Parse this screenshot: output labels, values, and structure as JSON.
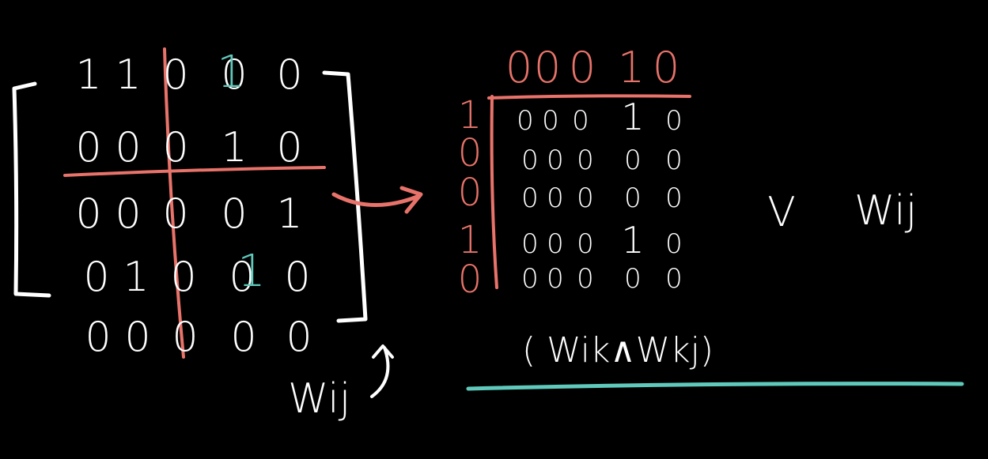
{
  "colors": {
    "background": "#000000",
    "ink": "#ffffff",
    "accent_red": "#e8736a",
    "accent_teal": "#5fc9bb"
  },
  "left_matrix": {
    "rows": [
      [
        "1",
        "1",
        "0",
        "0",
        "0"
      ],
      [
        "0",
        "0",
        "0",
        "1",
        "0"
      ],
      [
        "0",
        "0",
        "0",
        "0",
        "1"
      ],
      [
        "0",
        "1",
        "0",
        "0",
        "0"
      ],
      [
        "0",
        "0",
        "0",
        "0",
        "0"
      ]
    ],
    "teal_overwrites": [
      "1",
      "1"
    ],
    "label": "Wij"
  },
  "right_matrix": {
    "column_header": [
      "0",
      "0",
      "0",
      "1",
      "0"
    ],
    "row_header": [
      "1",
      "0",
      "0",
      "1",
      "0"
    ],
    "rows": [
      [
        "0",
        "0",
        "0",
        "1",
        "0"
      ],
      [
        "0",
        "0",
        "0",
        "0",
        "0"
      ],
      [
        "0",
        "0",
        "0",
        "0",
        "0"
      ],
      [
        "0",
        "0",
        "0",
        "1",
        "0"
      ],
      [
        "0",
        "0",
        "0",
        "0",
        "0"
      ]
    ]
  },
  "formula": {
    "operator": "V",
    "term": "Wij",
    "expression": "( Wik∧Wkj)"
  }
}
